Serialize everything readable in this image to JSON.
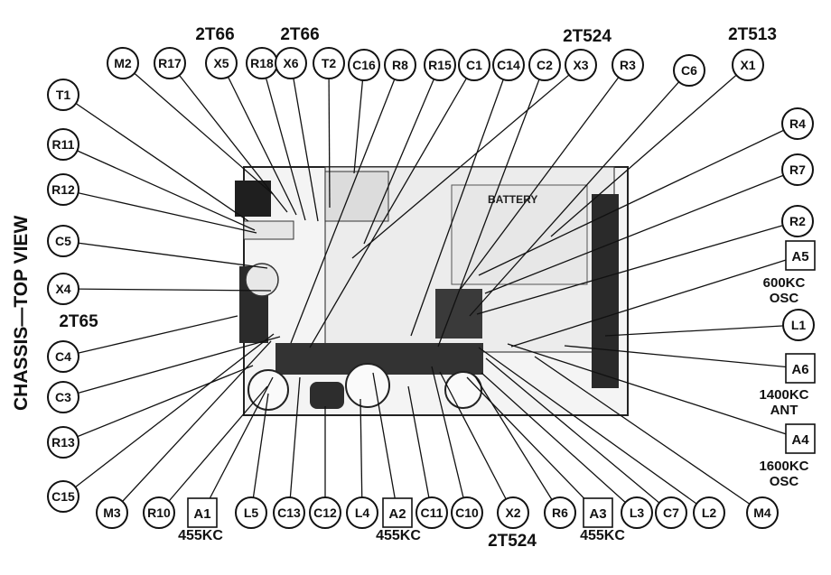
{
  "title": "CHASSIS—TOP VIEW",
  "battery_label": "BATTERY",
  "circle_labels": [
    "M2",
    "R17",
    "X5",
    "R18",
    "X6",
    "T2",
    "C16",
    "R8",
    "R15",
    "C1",
    "C14",
    "C2",
    "X3",
    "R3",
    "C6",
    "X1",
    "T1",
    "R11",
    "R12",
    "C5",
    "X4",
    "C4",
    "C3",
    "R13",
    "C15",
    "M3",
    "R10",
    "L5",
    "C13",
    "C12",
    "L4",
    "C11",
    "C10",
    "X2",
    "R6",
    "L3",
    "C7",
    "L2",
    "M4",
    "R4",
    "R7",
    "R2",
    "L1"
  ],
  "box_labels": [
    "A1",
    "A2",
    "A3",
    "A5",
    "A6",
    "A4"
  ],
  "notes": {
    "x5_note": "2T66",
    "x6_note": "2T66",
    "x3_note": "2T524",
    "x1_note": "2T513",
    "x4_note": "2T65",
    "x2_note": "2T524",
    "a1_note": "455KC",
    "a2_note": "455KC",
    "a3_note": "455KC",
    "a5_note1": "600KC",
    "a5_note2": "OSC",
    "a6_note1": "1400KC",
    "a6_note2": "ANT",
    "a4_note1": "1600KC",
    "a4_note2": "OSC"
  }
}
